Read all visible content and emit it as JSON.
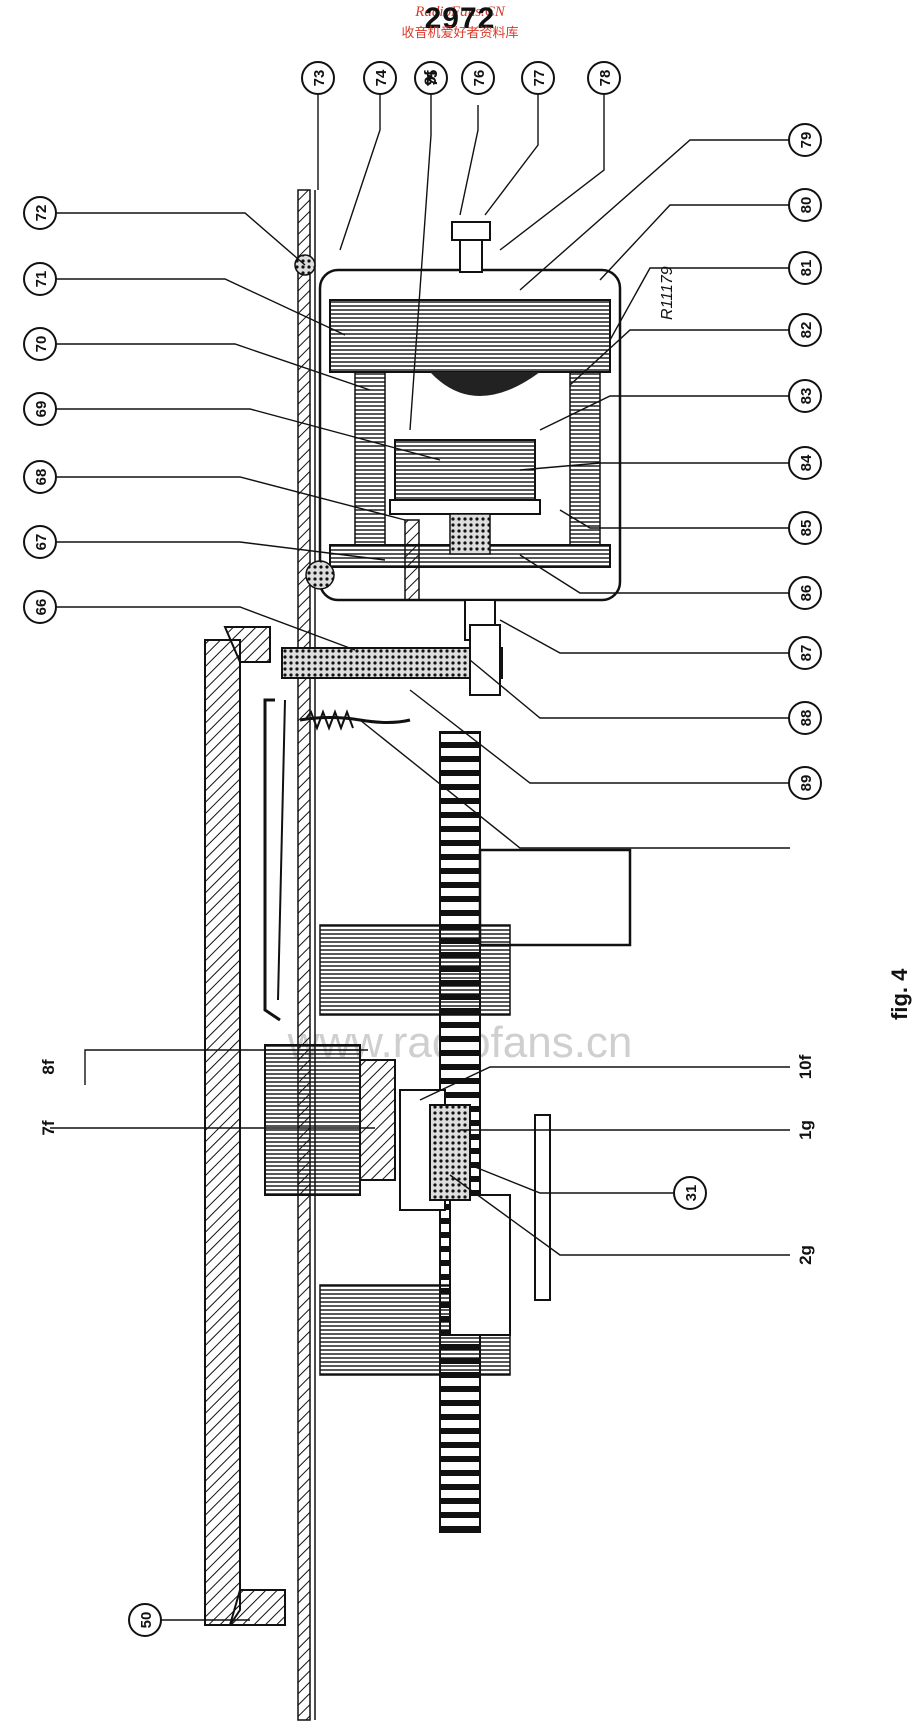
{
  "header": {
    "site": "RadioFans.CN",
    "number": "2972",
    "chinese": "收音机爱好者资料库"
  },
  "watermark": "www.radiofans.cn",
  "figure_label": "fig. 4",
  "annotation": "R11179",
  "callouts": {
    "top": [
      "72",
      "71",
      "70",
      "69",
      "68",
      "67",
      "66",
      "73",
      "74",
      "75",
      "76",
      "77",
      "78",
      "79",
      "80",
      "81",
      "82",
      "83",
      "84",
      "85",
      "86",
      "87",
      "88",
      "89",
      "31",
      "50"
    ],
    "plain": [
      "9f",
      "7f",
      "8f",
      "10f",
      "1g",
      "2g"
    ]
  },
  "colors": {
    "ink": "#111111",
    "accent": "#d83a2a",
    "watermark": "#cfcfcf"
  }
}
